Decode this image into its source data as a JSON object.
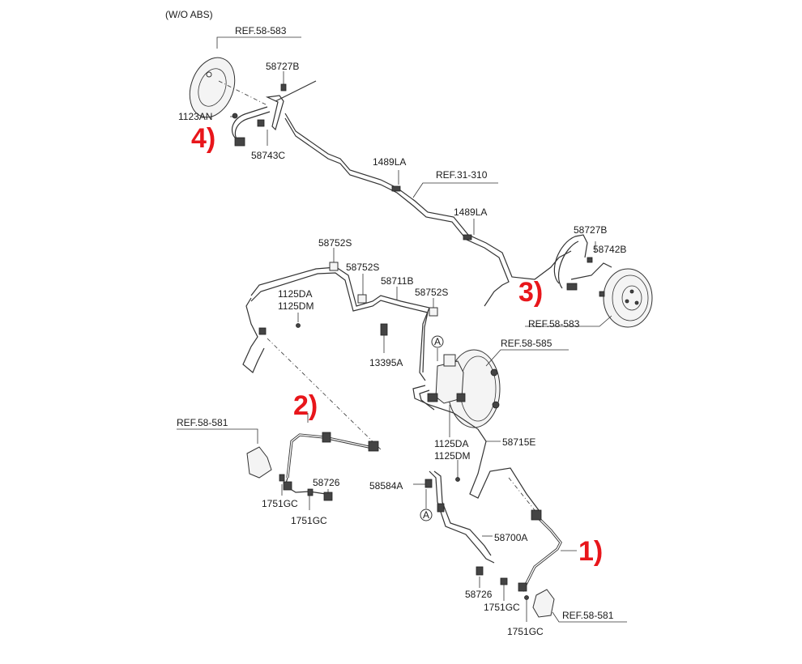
{
  "colors": {
    "callout": "#e8161b",
    "line": "#333333"
  },
  "header": {
    "variant": "(W/O ABS)"
  },
  "callouts": {
    "c1": "1)",
    "c2": "2)",
    "c3": "3)",
    "c4": "4)"
  },
  "labels": {
    "ref58583_top": "REF.58-583",
    "p58727B_top": "58727B",
    "p1123AN": "1123AN",
    "p58743C": "58743C",
    "p1489LA_a": "1489LA",
    "ref31310": "REF.31-310",
    "p1489LA_b": "1489LA",
    "p58727B_right": "58727B",
    "p58742B": "58742B",
    "ref58583_right": "REF.58-583",
    "p58752S_a": "58752S",
    "p58752S_b": "58752S",
    "p58711B": "58711B",
    "p58752S_c": "58752S",
    "p1125DA_a": "1125DA",
    "p1125DM_a": "1125DM",
    "p13395A": "13395A",
    "marker_a_top": "A",
    "ref58585": "REF.58-585",
    "ref58581_left": "REF.58-581",
    "p58726_left": "58726",
    "p1751GC_a": "1751GC",
    "p1751GC_b": "1751GC",
    "p1125DA_b": "1125DA",
    "p1125DM_b": "1125DM",
    "p58715E": "58715E",
    "p58584A": "58584A",
    "marker_a_bottom": "A",
    "p58700A": "58700A",
    "p58726_right": "58726",
    "p1751GC_c": "1751GC",
    "p1751GC_d": "1751GC",
    "ref58581_right": "REF.58-581"
  }
}
